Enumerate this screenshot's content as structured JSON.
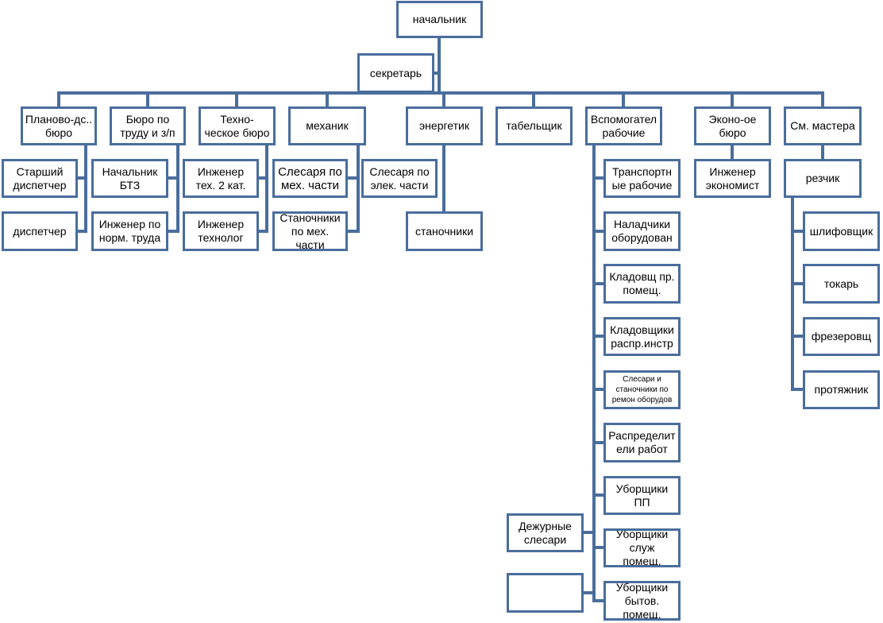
{
  "diagram": {
    "line_color": "#4a6d9c",
    "box_border_color": "#4a6d9c",
    "box_fill": "#ffffff",
    "head": {
      "label": "начальник"
    },
    "secretary": {
      "label": "секретарь"
    },
    "departments": {
      "planning": {
        "label": "Планово-дс..\nбюро"
      },
      "labor": {
        "label": "Бюро по\nтруду и з/п"
      },
      "tech": {
        "label": "Техно-\nческое бюро"
      },
      "mechanic": {
        "label": "механик"
      },
      "energy": {
        "label": "энергетик"
      },
      "timekeeper": {
        "label": "табельщик"
      },
      "auxiliary": {
        "label": "Вспомогател\nрабочие"
      },
      "economic": {
        "label": "Эконо-ое\nбюро"
      },
      "foremen": {
        "label": "См. мастера"
      }
    },
    "planning_staff": {
      "senior_dispatcher": "Старший\nдиспетчер",
      "dispatcher": "диспетчер"
    },
    "labor_staff": {
      "btz_head": "Начальник\nБТЗ",
      "norm_engineer": "Инженер по\nнорм. труда"
    },
    "tech_staff": {
      "engineer_2cat": "Инженер\nтех. 2 кат.",
      "tech_engineer": "Инженер\nтехнолог"
    },
    "mechanic_staff": {
      "fitters": "Слесаря по\nмех. части",
      "machinists": "Станочники\nпо мех.\nчасти"
    },
    "energy_staff": {
      "fitters": "Слесаря по\nэлек. части",
      "machinists": "станочники"
    },
    "auxiliary_staff": {
      "transport": "Транспортн\nые рабочие",
      "adjusters": "Наладчики\nоборудован",
      "storekeeper_premises": "Кладовщ пр.\nпомещ.",
      "storekeeper_tools": "Кладовщики\nраспр.инстр",
      "repair": "Слесари и\nстаночники по\nремон оборудов",
      "distributors": "Распределит\nели работ",
      "cleaners_pp": "Уборщики\nПП",
      "cleaners_service": "Уборщики\nслуж\nпомещ.",
      "cleaners_domestic": "Уборщики\nбытов.\nпомещ.",
      "duty_fitters": "Дежурные\nслесари",
      "unlabeled": ""
    },
    "economic_staff": {
      "economist": "Инженер\nэкономист"
    },
    "foremen_staff": {
      "cutter": "резчик",
      "grinder": "шлифовщик",
      "turner": "токарь",
      "miller": "фрезеровщ",
      "broacher": "протяжник"
    }
  }
}
